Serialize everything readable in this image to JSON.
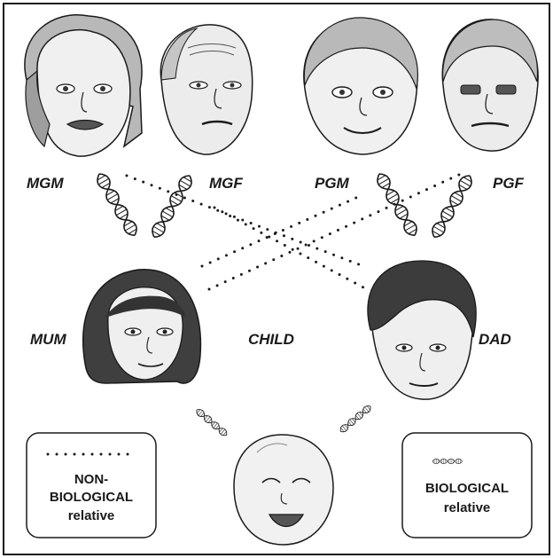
{
  "labels": {
    "mgm": "MGM",
    "mgf": "MGF",
    "pgm": "PGM",
    "pgf": "PGF",
    "mum": "MUM",
    "child": "CHILD",
    "dad": "DAD"
  },
  "legend": {
    "non_biological": {
      "line1": "NON-",
      "line2": "BIOLOGICAL",
      "line3": "relative"
    },
    "biological": {
      "line1": "BIOLOGICAL",
      "line2": "relative"
    }
  },
  "colors": {
    "ink": "#1a1a1a",
    "face_fill": "#f2f2f2",
    "hair_dark": "#3a3a3a",
    "hair_light": "#b5b5b5"
  }
}
